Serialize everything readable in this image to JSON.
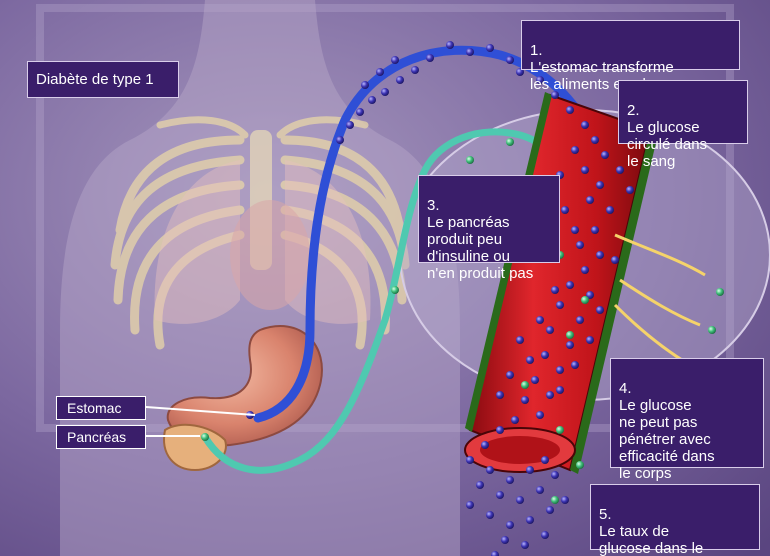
{
  "title": "Diabète de type 1",
  "steps": [
    {
      "number": "1.",
      "text": "L'estomac transforme\nles aliments en glucose"
    },
    {
      "number": "2.",
      "text": "Le glucose\ncirculé dans\nle sang"
    },
    {
      "number": "3.",
      "text": "Le pancréas\nproduit peu\nd'insuline ou\nn'en produit pas"
    },
    {
      "number": "4.",
      "text": "Le glucose\nne peut pas\npénétrer avec\nefficacité dans\nle corps"
    },
    {
      "number": "5.",
      "text": "Le taux de\nglucose dans le\nsang augmente"
    }
  ],
  "organs": {
    "stomach": "Estomac",
    "pancreas": "Pancréas"
  },
  "colors": {
    "background": "#6d5892",
    "label_box": "#3a1e6a",
    "glucose_path": "#2f4fd6",
    "insulin_path": "#4fc9b0",
    "vessel": "#c8141c"
  }
}
